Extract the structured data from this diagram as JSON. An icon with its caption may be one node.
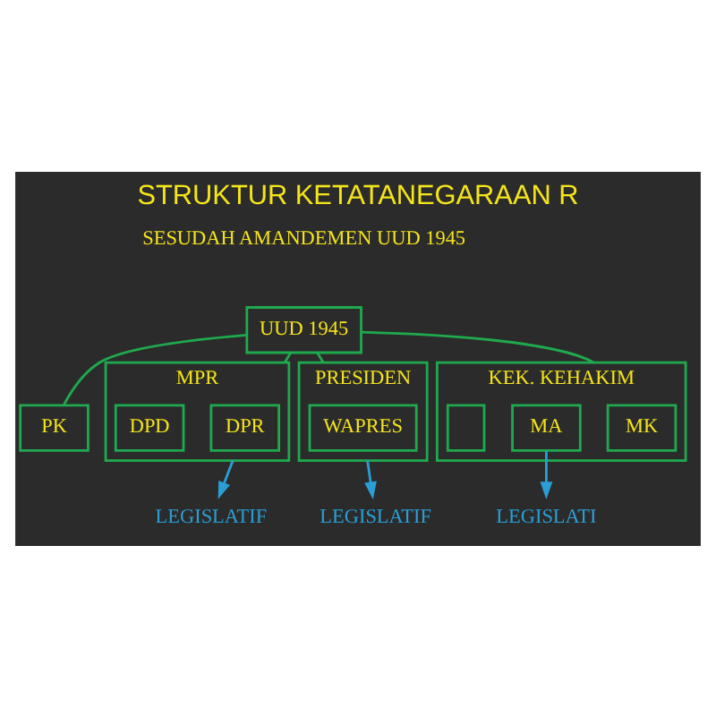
{
  "diagram": {
    "title": "STRUKTUR KETATANEGARAAN R",
    "nodes": [
      {
        "text": [
          "UUD 1945"
        ]
      },
      {
        "text": [
          "PK"
        ]
      },
      {
        "text": [
          "MPR"
        ]
      },
      {
        "text": [
          "DPR"
        ],
        "in": 2
      },
      {
        "text": [
          "DPD"
        ],
        "in": 2
      },
      {
        "text": [
          "PRESIDEN"
        ]
      },
      {
        "text": [
          "WAPRES"
        ],
        "in": 5
      },
      {
        "text": [
          "KEK. KEHAKIM"
        ]
      },
      {
        "text": [
          "MK"
        ],
        "in": 7
      },
      {
        "text": [
          "MA"
        ],
        "in": 7
      },
      {
        "text": [],
        "shape": "box",
        "in": 7
      },
      {
        "text": [
          "LEGISLATIF"
        ]
      },
      {
        "text": [
          "LEGISLATIF"
        ]
      },
      {
        "text": [
          "LEGISLATI"
        ]
      }
    ],
    "edges": [
      {
        "from": 0,
        "to": 1,
        "arrow": "none"
      },
      {
        "from": 0,
        "to": 2,
        "arrow": "none"
      },
      {
        "from": 0,
        "to": 5,
        "arrow": "none"
      },
      {
        "from": 0,
        "to": 7,
        "arrow": "none"
      },
      {
        "from": 2,
        "to": 11,
        "arrow": "to",
        "color": "#2a9fd6"
      },
      {
        "from": 5,
        "to": 12,
        "arrow": "to",
        "color": "#2a9fd6"
      },
      {
        "from": 9,
        "to": 13,
        "arrow": "to",
        "color": "#2a9fd6"
      }
    ],
    "labels": [
      "SESUDAH AMANDEMEN UUD 1945"
    ]
  }
}
